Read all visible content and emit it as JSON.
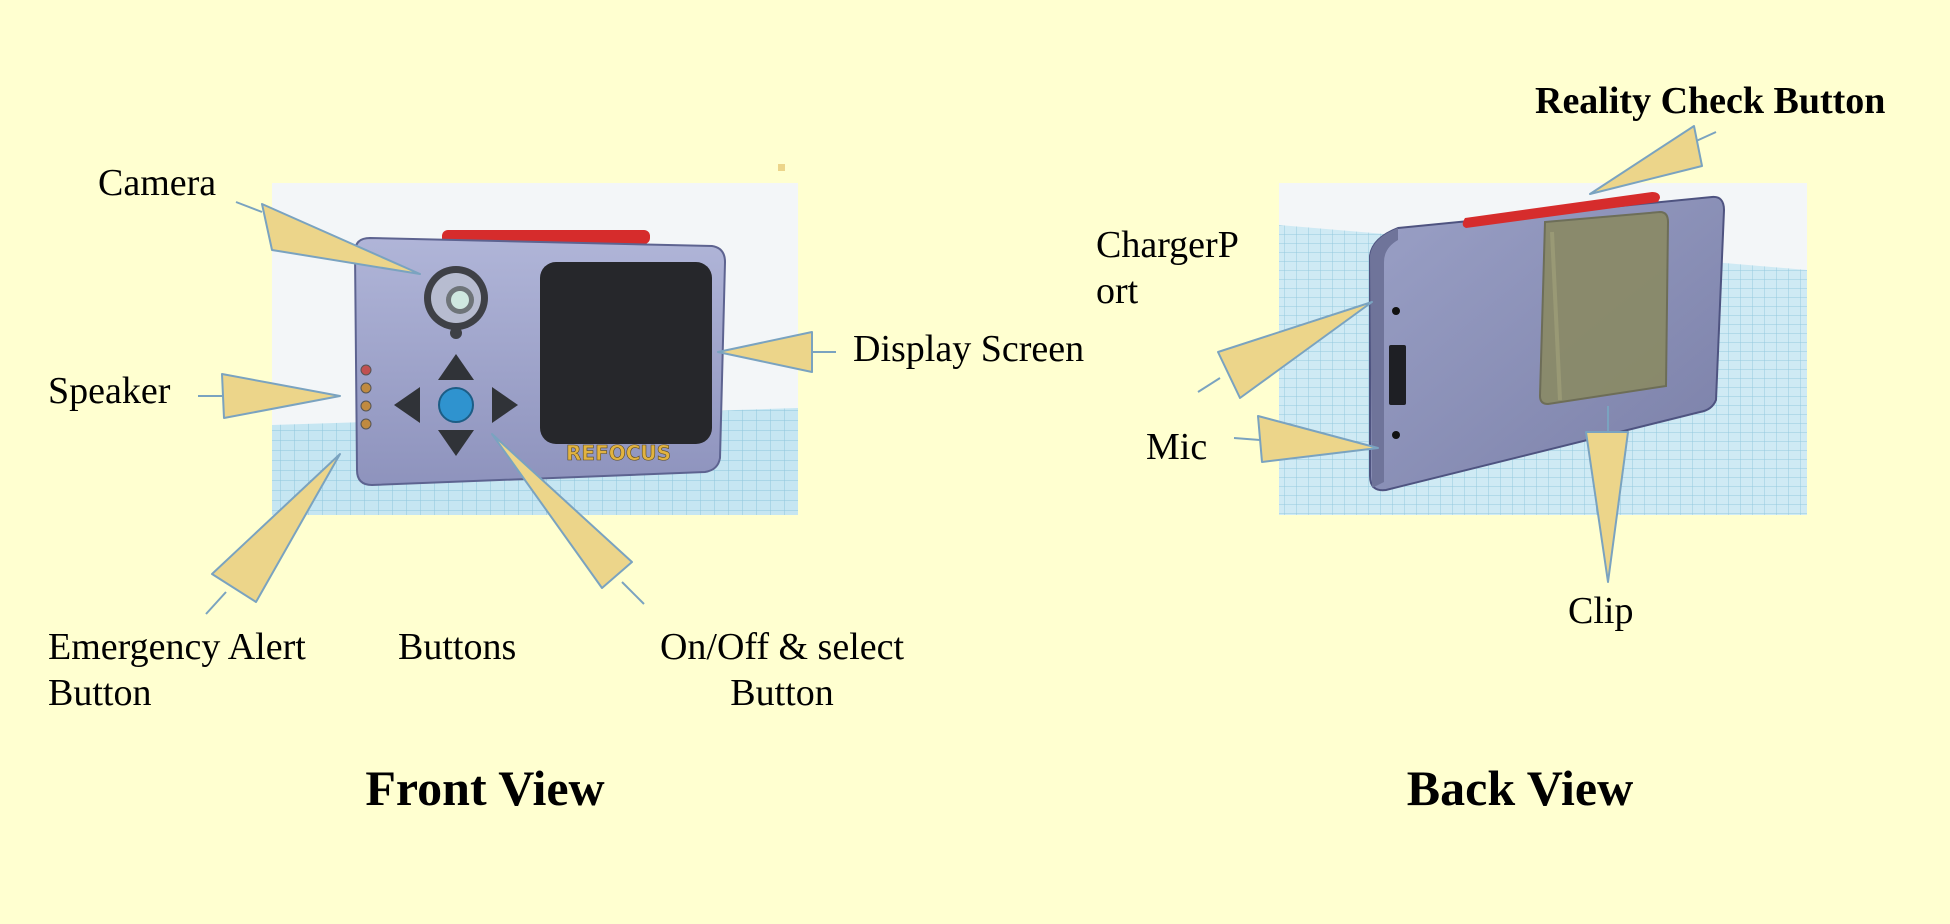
{
  "front": {
    "title": "Front View",
    "brand": "REFOCUS",
    "labels": {
      "camera": "Camera",
      "speaker": "Speaker",
      "display": "Display Screen",
      "emergency": "Emergency Alert\nButton",
      "buttons": "Buttons",
      "onoff": "On/Off & select\nButton"
    }
  },
  "back": {
    "title": "Back View",
    "labels": {
      "reality": "Reality Check Button",
      "charger": "ChargerP\nort",
      "mic": "Mic",
      "clip": "Clip"
    }
  },
  "colors": {
    "background": "#ffffd0",
    "callout_fill": "#ecd58a",
    "callout_stroke": "#7aa3c0",
    "device_body": "#9ea3c8",
    "device_edge": "#5d6390",
    "screen": "#26272b",
    "top_button": "#d62c2c",
    "select_button": "#2f93cf",
    "grid_floor": "#bfe3f0",
    "clip": "#8a8a66"
  }
}
